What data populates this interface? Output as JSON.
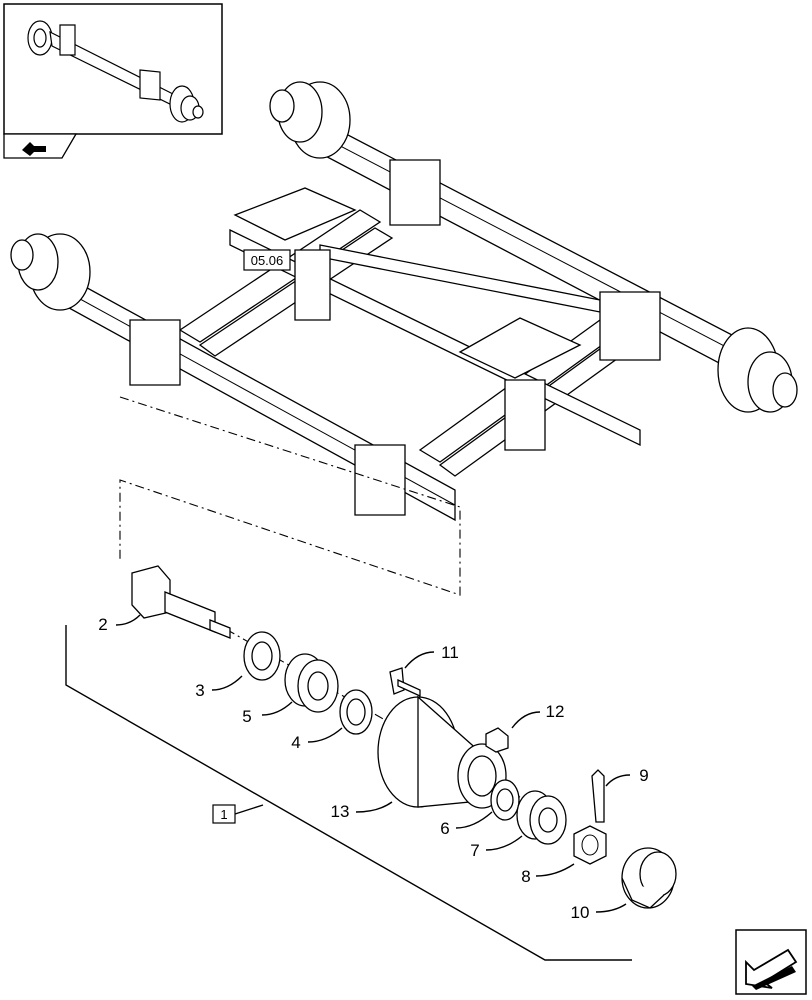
{
  "reference_box": "05.06",
  "kit_box": "1",
  "parts": [
    {
      "id": "2",
      "label": "2"
    },
    {
      "id": "3",
      "label": "3"
    },
    {
      "id": "5",
      "label": "5"
    },
    {
      "id": "4",
      "label": "4"
    },
    {
      "id": "11",
      "label": "11"
    },
    {
      "id": "12",
      "label": "12"
    },
    {
      "id": "9",
      "label": "9"
    },
    {
      "id": "13",
      "label": "13"
    },
    {
      "id": "6",
      "label": "6"
    },
    {
      "id": "7",
      "label": "7"
    },
    {
      "id": "8",
      "label": "8"
    },
    {
      "id": "10",
      "label": "10"
    }
  ],
  "icons": {
    "thumbnail": "axle-thumbnail-icon",
    "back": "back-arrow-icon",
    "next": "next-page-arrow-icon"
  }
}
